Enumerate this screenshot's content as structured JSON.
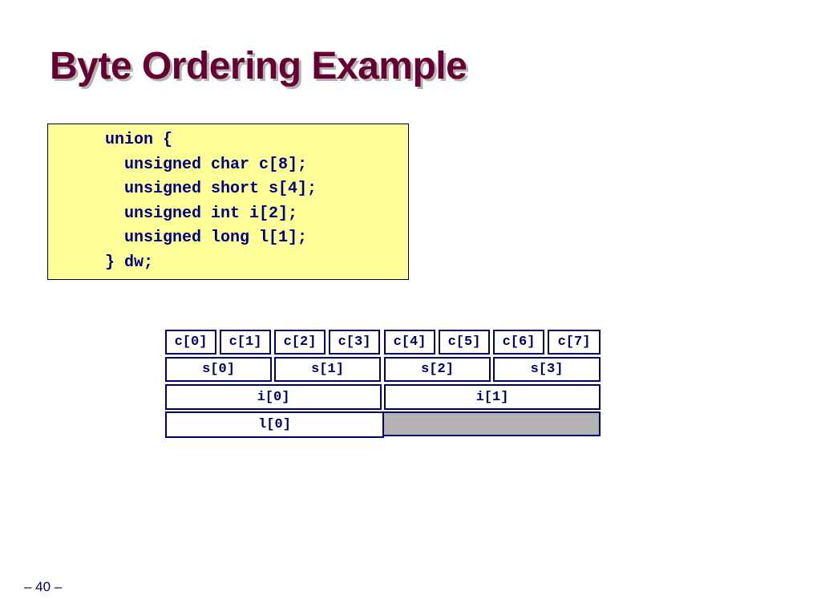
{
  "title": "Byte Ordering Example",
  "code_lines": [
    "union {",
    "  unsigned char c[8];",
    "  unsigned short s[4];",
    "  unsigned int i[2];",
    "  unsigned long l[1];",
    "} dw;"
  ],
  "memory_layout": {
    "char_row": [
      "c[0]",
      "c[1]",
      "c[2]",
      "c[3]",
      "c[4]",
      "c[5]",
      "c[6]",
      "c[7]"
    ],
    "short_row": [
      "s[0]",
      "s[1]",
      "s[2]",
      "s[3]"
    ],
    "int_row": [
      "i[0]",
      "i[1]"
    ],
    "long_row": [
      "l[0]"
    ]
  },
  "page_number": "– 40 –",
  "colors": {
    "title": "#660033",
    "title_shadow": "#b3b3b3",
    "code_background": "#ffff99",
    "code_text": "#000080",
    "cell_border": "#000066",
    "unused_cell": "#b3b3b3"
  }
}
